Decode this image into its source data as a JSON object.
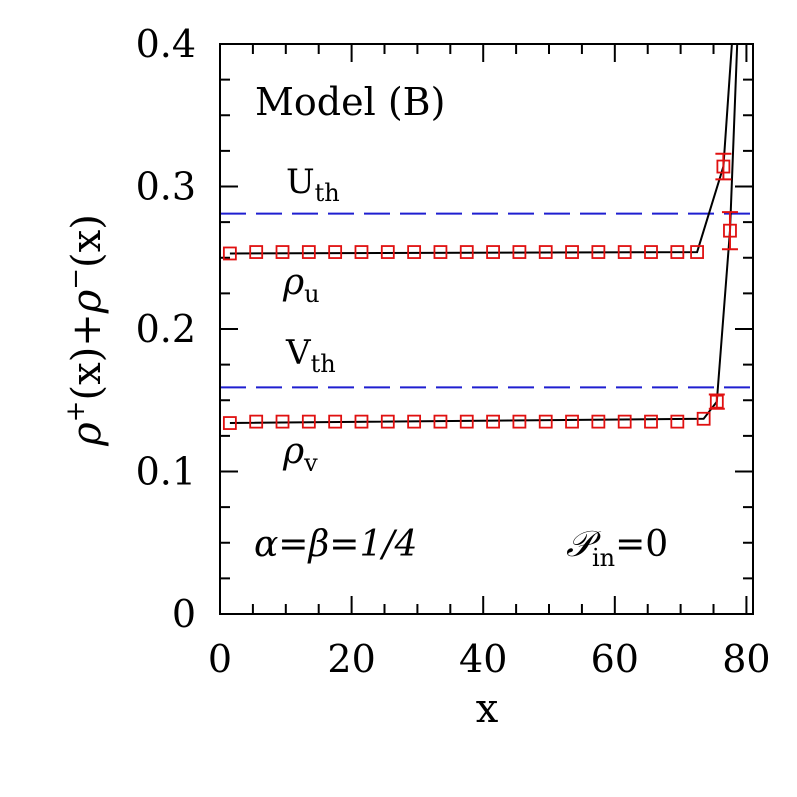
{
  "chart_data": {
    "type": "scatter",
    "xlabel": "x",
    "ylabel_parts": {
      "rho": "ρ",
      "plus": "+",
      "x1": "(x)",
      "op": "+",
      "minus": "−",
      "x2": "(x)"
    },
    "xlim": [
      0,
      81
    ],
    "ylim": [
      0,
      0.4
    ],
    "x_ticks": [
      "0",
      "20",
      "40",
      "60",
      "80"
    ],
    "x_tick_values": [
      0,
      20,
      40,
      60,
      80
    ],
    "y_ticks": [
      "0",
      "0.1",
      "0.2",
      "0.3",
      "0.4"
    ],
    "y_tick_values": [
      0,
      0.1,
      0.2,
      0.3,
      0.4
    ],
    "grid": false,
    "reference_lines": [
      {
        "label_main": "U",
        "label_sub": "th",
        "y": 0.281,
        "color": "#1f1fd0",
        "style": "dashed"
      },
      {
        "label_main": "V",
        "label_sub": "th",
        "y": 0.159,
        "color": "#1f1fd0",
        "style": "dashed"
      }
    ],
    "series": [
      {
        "color": "#e01010",
        "marker": "square",
        "points": [
          {
            "x": 1.5,
            "y": 0.253
          },
          {
            "x": 5.5,
            "y": 0.254
          },
          {
            "x": 9.5,
            "y": 0.254
          },
          {
            "x": 13.5,
            "y": 0.254
          },
          {
            "x": 17.5,
            "y": 0.254
          },
          {
            "x": 21.5,
            "y": 0.254
          },
          {
            "x": 25.5,
            "y": 0.254
          },
          {
            "x": 29.5,
            "y": 0.254
          },
          {
            "x": 33.5,
            "y": 0.254
          },
          {
            "x": 37.5,
            "y": 0.254
          },
          {
            "x": 41.5,
            "y": 0.254
          },
          {
            "x": 45.5,
            "y": 0.254
          },
          {
            "x": 49.5,
            "y": 0.254
          },
          {
            "x": 53.5,
            "y": 0.254
          },
          {
            "x": 57.5,
            "y": 0.254
          },
          {
            "x": 61.5,
            "y": 0.254
          },
          {
            "x": 65.5,
            "y": 0.254
          },
          {
            "x": 69.5,
            "y": 0.254
          },
          {
            "x": 72.5,
            "y": 0.254
          },
          {
            "x": 76.5,
            "y": 0.314,
            "err": 0.009
          },
          {
            "x": 77.5,
            "y": 0.269,
            "err": 0.013
          }
        ],
        "curve": [
          [
            1.5,
            0.253
          ],
          [
            72.5,
            0.254
          ],
          [
            76.5,
            0.314
          ],
          [
            77.8,
            0.4
          ]
        ]
      },
      {
        "color": "#e01010",
        "marker": "square",
        "points": [
          {
            "x": 1.5,
            "y": 0.134
          },
          {
            "x": 5.5,
            "y": 0.135
          },
          {
            "x": 9.5,
            "y": 0.135
          },
          {
            "x": 13.5,
            "y": 0.135
          },
          {
            "x": 17.5,
            "y": 0.135
          },
          {
            "x": 21.5,
            "y": 0.135
          },
          {
            "x": 25.5,
            "y": 0.135
          },
          {
            "x": 29.5,
            "y": 0.135
          },
          {
            "x": 33.5,
            "y": 0.135
          },
          {
            "x": 37.5,
            "y": 0.135
          },
          {
            "x": 41.5,
            "y": 0.135
          },
          {
            "x": 45.5,
            "y": 0.135
          },
          {
            "x": 49.5,
            "y": 0.135
          },
          {
            "x": 53.5,
            "y": 0.135
          },
          {
            "x": 57.5,
            "y": 0.135
          },
          {
            "x": 61.5,
            "y": 0.135
          },
          {
            "x": 65.5,
            "y": 0.135
          },
          {
            "x": 69.5,
            "y": 0.135
          },
          {
            "x": 73.5,
            "y": 0.137
          },
          {
            "x": 75.5,
            "y": 0.149,
            "err": 0.005
          }
        ],
        "curve": [
          [
            1.5,
            0.134
          ],
          [
            73.5,
            0.137
          ],
          [
            75.5,
            0.149
          ],
          [
            77.5,
            0.269
          ],
          [
            78.6,
            0.4
          ]
        ]
      }
    ],
    "annotations": {
      "model": "Model (B)",
      "rho_u_main": "ρ",
      "rho_u_sub": "u",
      "rho_v_main": "ρ",
      "rho_v_sub": "v",
      "params": "α=β=1/4",
      "p_main": "𝒫",
      "p_sub": "in",
      "p_value": "=0"
    }
  }
}
